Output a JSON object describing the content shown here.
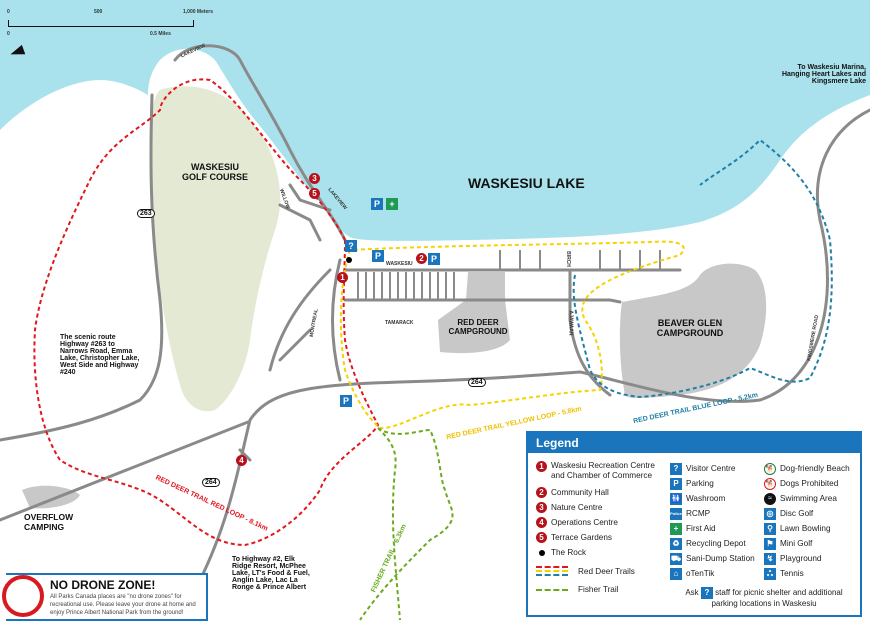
{
  "colors": {
    "lake": "#a9e2ec",
    "land": "#ffffff",
    "golf": "#e4e9d4",
    "campground": "#c8c8c8",
    "road": "#8a8a8a",
    "red_trail": "#e3161e",
    "yellow_trail": "#f5d200",
    "blue_trail": "#1f7fa6",
    "fisher_trail": "#6aaa1e",
    "legend_blue": "#1a75bc",
    "marker_red": "#b5121b"
  },
  "scale": {
    "meters_0": "0",
    "meters_500": "500",
    "meters_1000": "1,000 Meters",
    "miles_0": "0",
    "miles_half": "0.5 Miles"
  },
  "north_arrow": {
    "label": "N",
    "icon": "north-arrow-icon"
  },
  "labels": {
    "lake": "WASKESIU LAKE",
    "golf": "WASKESIU GOLF COURSE",
    "red_deer_cg": "RED DEER CAMPGROUND",
    "beaver_glen_cg": "BEAVER GLEN CAMPGROUND",
    "overflow": "OVERFLOW CAMPING",
    "to_marina": "To Waskesiu Marina, Hanging Heart Lakes and Kingsmere Lake",
    "scenic_route": "The scenic route Highway #263 to Narrows Road, Emma Lake, Christopher Lake, West Side and Highway #240",
    "to_highway2": "To Highway #2, Elk Ridge Resort, McPhee Lake, LT's Food & Fuel, Anglin Lake, Lac La Ronge & Prince Albert",
    "hwy_263": "263",
    "hwy_264_a": "264",
    "hwy_264_b": "264",
    "street_lakeview_top": "LAKEVIEW",
    "street_lakeview": "LAKEVIEW",
    "street_willow": "WILLOW",
    "street_waskesiu": "WASKESIU",
    "street_montreal": "MONTREAL",
    "street_tamarack": "TAMARACK",
    "street_ajawaan": "AJAWAAN",
    "street_kingsmere": "KINGSMERE ROAD",
    "street_bigrock": "BIRCH",
    "trail_red": "RED DEER TRAIL  RED LOOP - 8.1km",
    "trail_yellow": "RED DEER TRAIL  YELLOW LOOP - 5.8km",
    "trail_blue": "RED DEER TRAIL  BLUE LOOP - 5.2km",
    "trail_fisher": "FISHER TRAIL - 6.3km"
  },
  "legend": {
    "title": "Legend",
    "numbered": [
      {
        "n": "1",
        "label": "Waskesiu Recreation Centre and Chamber of Commerce"
      },
      {
        "n": "2",
        "label": "Community Hall"
      },
      {
        "n": "3",
        "label": "Nature Centre"
      },
      {
        "n": "4",
        "label": "Operations Centre"
      },
      {
        "n": "5",
        "label": "Terrace Gardens"
      }
    ],
    "rock": "The Rock",
    "red_deer_trails": "Red Deer Trails",
    "fisher_trail": "Fisher Trail",
    "services": [
      {
        "glyph": "?",
        "label": "Visitor Centre",
        "icon": "visitor-centre-icon"
      },
      {
        "glyph": "P",
        "label": "Parking",
        "icon": "parking-icon"
      },
      {
        "glyph": "🚻",
        "label": "Washroom",
        "icon": "washroom-icon"
      },
      {
        "glyph": "Police",
        "label": "RCMP",
        "icon": "rcmp-icon"
      },
      {
        "glyph": "+",
        "label": "First Aid",
        "icon": "first-aid-icon"
      },
      {
        "glyph": "♻",
        "label": "Recycling Depot",
        "icon": "recycling-icon"
      },
      {
        "glyph": "⛟",
        "label": "Sani-Dump Station",
        "icon": "sani-dump-icon"
      },
      {
        "glyph": "⌂",
        "label": "oTenTik",
        "icon": "otentik-icon"
      }
    ],
    "activities": [
      {
        "glyph": "🐕",
        "label": "Dog-friendly Beach",
        "icon": "dog-friendly-icon"
      },
      {
        "glyph": "🐕",
        "label": "Dogs Prohibited",
        "icon": "dogs-prohibited-icon"
      },
      {
        "glyph": "≈",
        "label": "Swimming Area",
        "icon": "swimming-icon"
      },
      {
        "glyph": "◎",
        "label": "Disc Golf",
        "icon": "disc-golf-icon"
      },
      {
        "glyph": "⚲",
        "label": "Lawn Bowling",
        "icon": "lawn-bowling-icon"
      },
      {
        "glyph": "⚑",
        "label": "Mini Golf",
        "icon": "mini-golf-icon"
      },
      {
        "glyph": "↯",
        "label": "Playground",
        "icon": "playground-icon"
      },
      {
        "glyph": "ஃ",
        "label": "Tennis",
        "icon": "tennis-icon"
      }
    ],
    "ask_prefix": "Ask",
    "ask_glyph": "?",
    "ask_text": "staff for picnic shelter and additional parking locations in Waskesiu"
  },
  "drone": {
    "title": "NO DRONE ZONE!",
    "text": "All Parks Canada places are \"no drone zones\" for recreational use. Please leave your drone at home and enjoy Prince Albert National Park from the ground!"
  },
  "markers": {
    "m1": "1",
    "m2": "2",
    "m3": "3",
    "m4": "4",
    "m5": "5",
    "p": "P",
    "q": "?",
    "plus": "+"
  }
}
